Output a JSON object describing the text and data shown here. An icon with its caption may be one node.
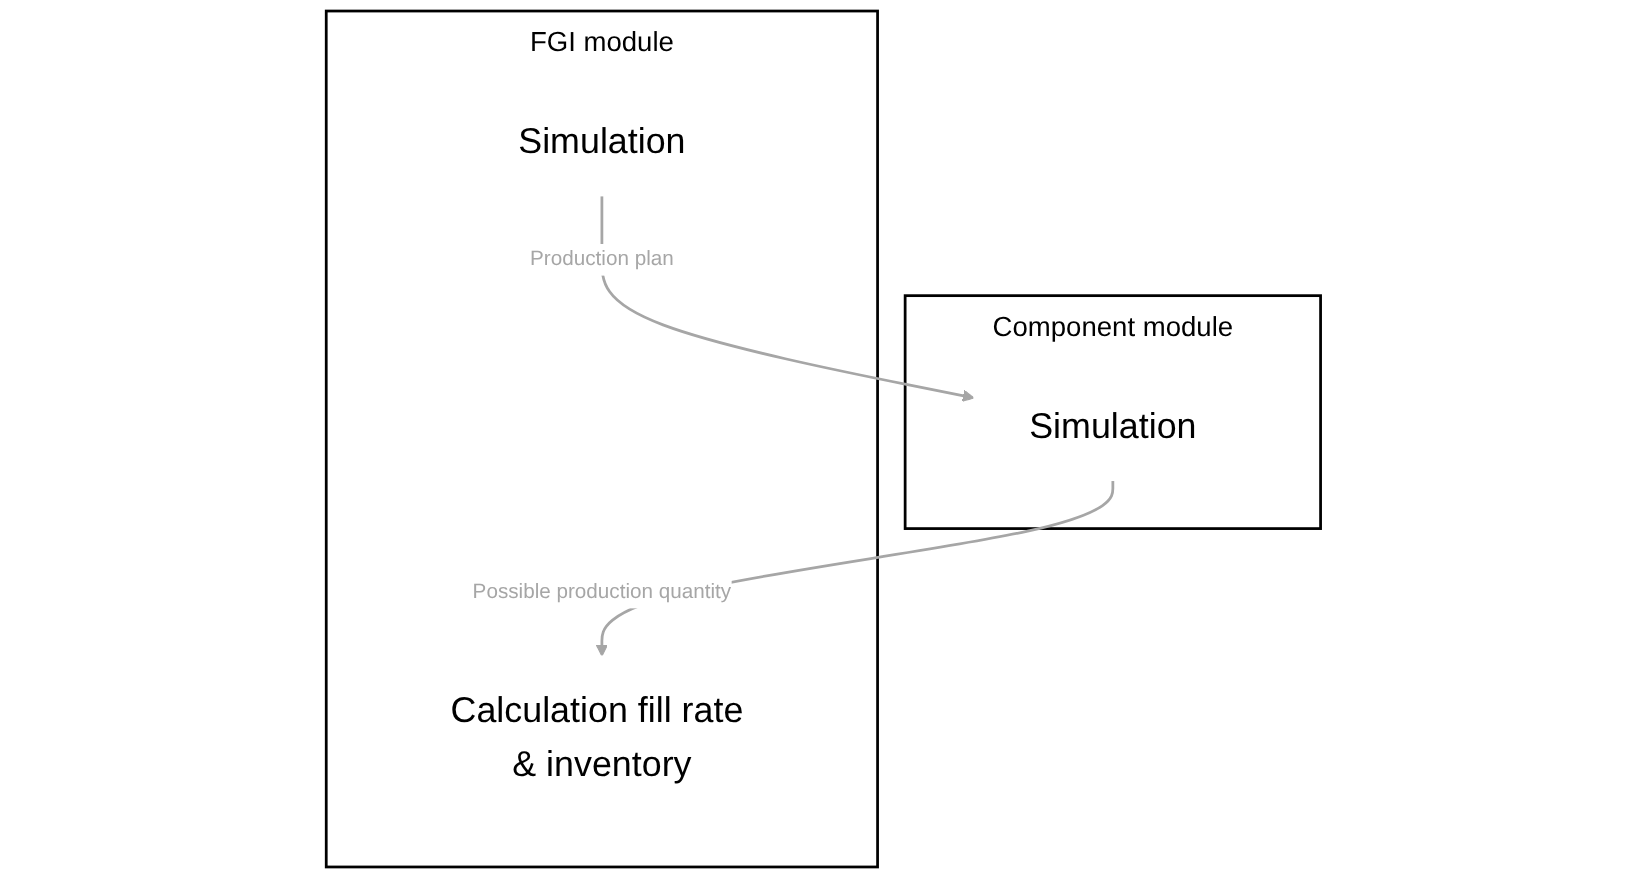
{
  "diagram": {
    "nodes": [
      {
        "text": [
          "Component module"
        ]
      },
      {
        "text": [
          "FGI module"
        ]
      },
      {
        "text": [
          "Simulation"
        ],
        "in": 1
      },
      {
        "text": [
          "Simulation"
        ],
        "in": 0
      },
      {
        "text": [
          "Calculation fill rate & inventory"
        ],
        "in": 1
      }
    ],
    "edges": [
      {
        "from": 2,
        "to": 3,
        "arrow": "to",
        "label": "Production plan"
      },
      {
        "from": 3,
        "to": 4,
        "arrow": "to",
        "label": "Possible production quantity"
      }
    ]
  }
}
